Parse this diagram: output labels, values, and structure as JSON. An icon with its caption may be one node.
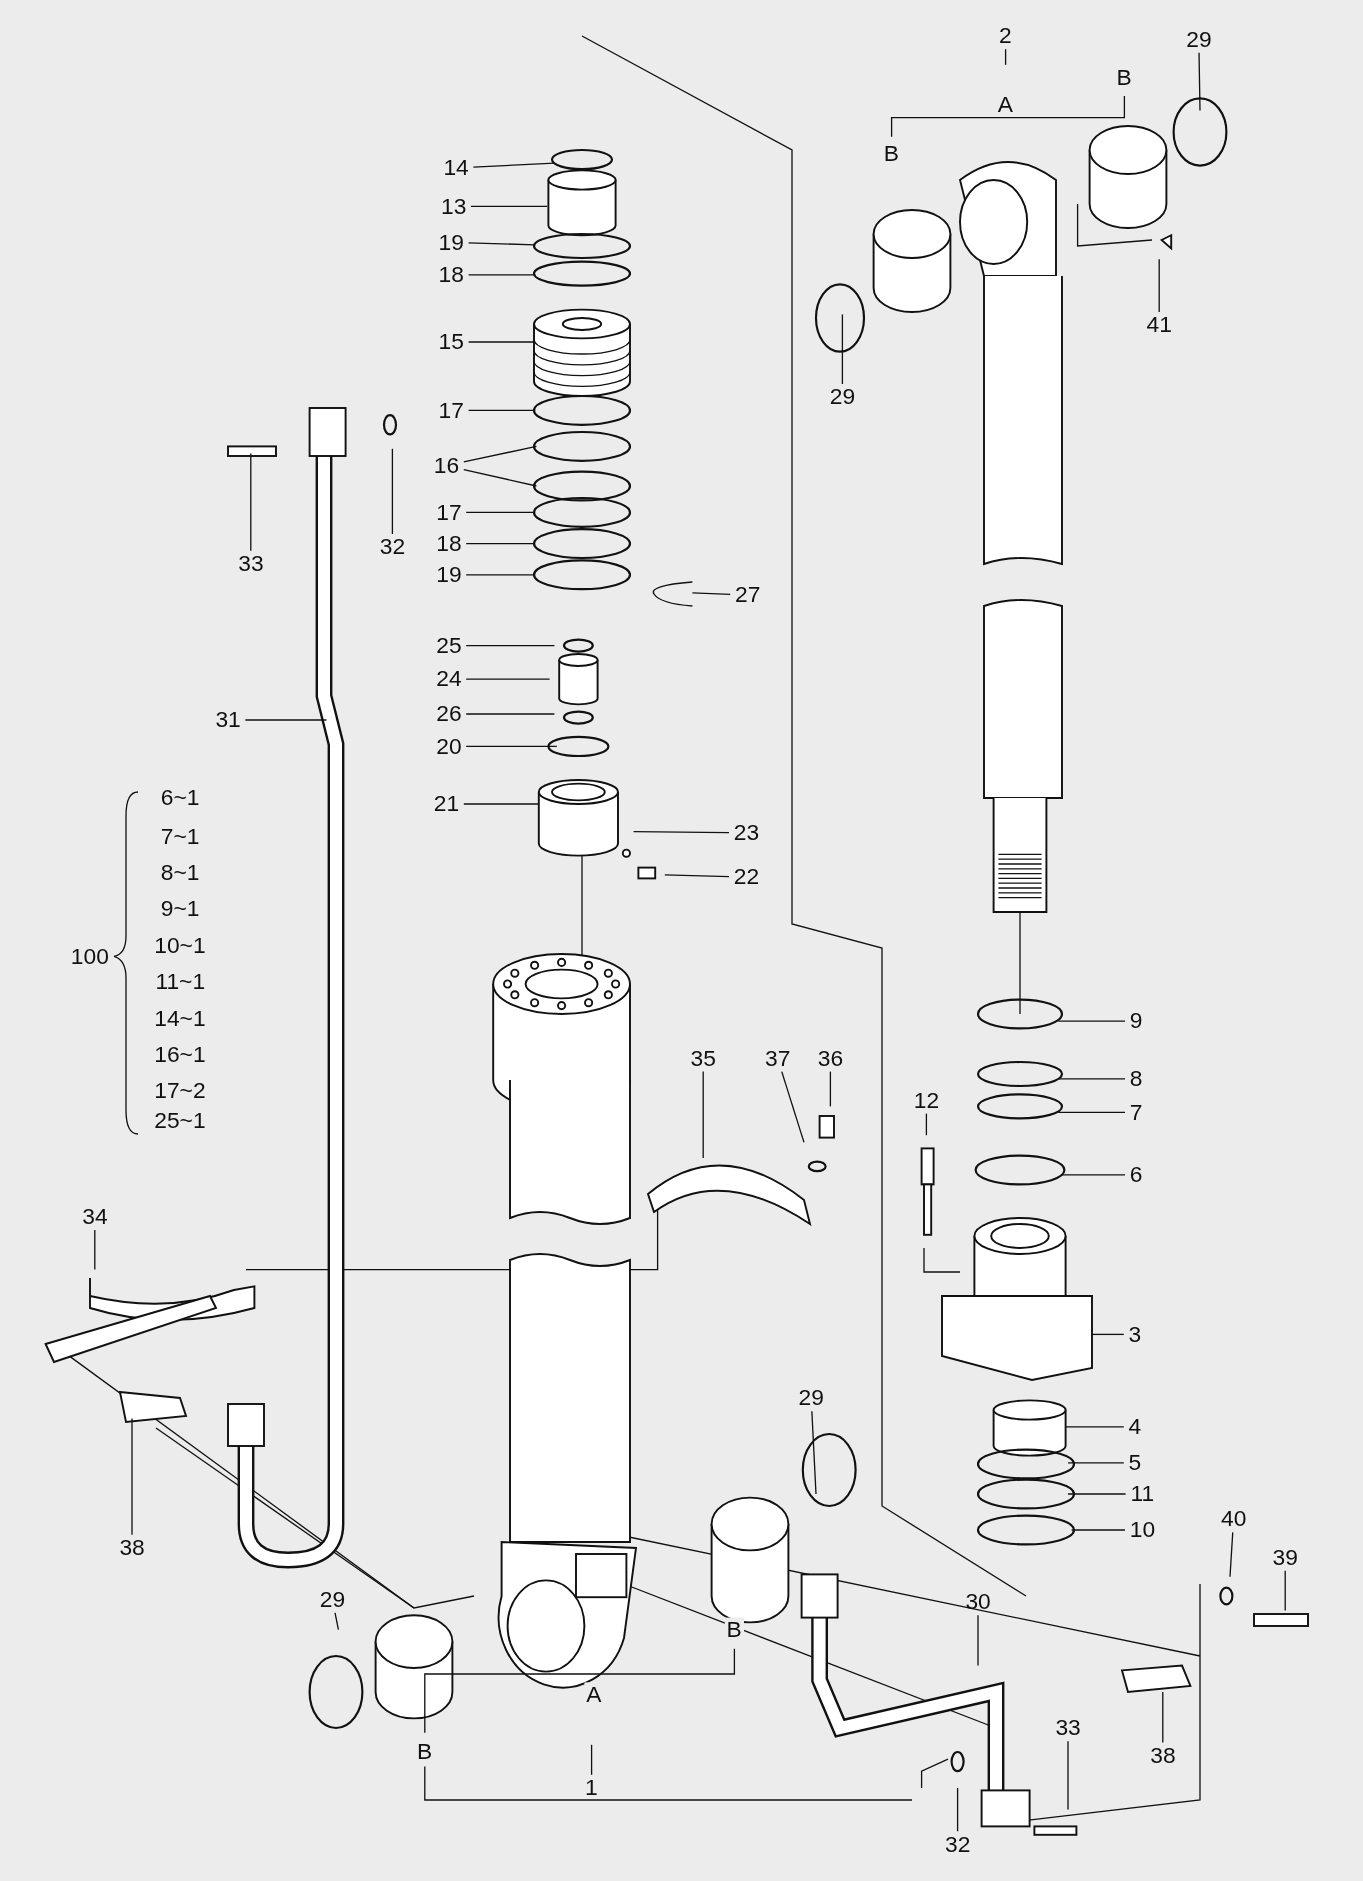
{
  "diagram": {
    "nodes": [
      {
        "text": [
          "2"
        ]
      },
      {
        "text": [
          "29"
        ]
      },
      {
        "text": [
          "14"
        ]
      },
      {
        "text": [
          "13"
        ]
      },
      {
        "text": [
          "19"
        ]
      },
      {
        "text": [
          "18"
        ]
      },
      {
        "text": [
          "41"
        ]
      },
      {
        "text": [
          "15"
        ]
      },
      {
        "text": [
          "29"
        ]
      },
      {
        "text": [
          "17"
        ]
      },
      {
        "text": [
          "16"
        ]
      },
      {
        "text": [
          "17"
        ]
      },
      {
        "text": [
          "18"
        ]
      },
      {
        "text": [
          "33"
        ]
      },
      {
        "text": [
          "32"
        ]
      },
      {
        "text": [
          "19"
        ]
      },
      {
        "text": [
          "27"
        ]
      },
      {
        "text": [
          "25"
        ]
      },
      {
        "text": [
          "24"
        ]
      },
      {
        "text": [
          "26"
        ]
      },
      {
        "text": [
          "31"
        ]
      },
      {
        "text": [
          "20"
        ]
      },
      {
        "text": [
          "21"
        ]
      },
      {
        "text": [
          "23"
        ]
      },
      {
        "text": [
          "22"
        ]
      },
      {
        "text": [
          "9"
        ]
      },
      {
        "text": [
          "35"
        ]
      },
      {
        "text": [
          "37"
        ]
      },
      {
        "text": [
          "36"
        ]
      },
      {
        "text": [
          "8"
        ]
      },
      {
        "text": [
          "12"
        ]
      },
      {
        "text": [
          "7"
        ]
      },
      {
        "text": [
          "6"
        ]
      },
      {
        "text": [
          "34"
        ]
      },
      {
        "text": [
          "3"
        ]
      },
      {
        "text": [
          "29"
        ]
      },
      {
        "text": [
          "4"
        ]
      },
      {
        "text": [
          "5"
        ]
      },
      {
        "text": [
          "11"
        ]
      },
      {
        "text": [
          "40"
        ]
      },
      {
        "text": [
          "10"
        ]
      },
      {
        "text": [
          "38"
        ]
      },
      {
        "text": [
          "39"
        ]
      },
      {
        "text": [
          "29"
        ]
      },
      {
        "text": [
          "30"
        ]
      },
      {
        "text": [
          "33"
        ]
      },
      {
        "text": [
          "38"
        ]
      },
      {
        "text": [
          "1"
        ]
      },
      {
        "text": [
          "32"
        ]
      }
    ],
    "edges": [
      {
        "from": 0,
        "to": null,
        "arrow": "none"
      },
      {
        "from": 1,
        "to": null,
        "arrow": "none"
      },
      {
        "from": 2,
        "to": null,
        "arrow": "none"
      },
      {
        "from": 3,
        "to": null,
        "arrow": "none"
      },
      {
        "from": 4,
        "to": null,
        "arrow": "none"
      },
      {
        "from": 5,
        "to": null,
        "arrow": "none"
      },
      {
        "from": 6,
        "to": null,
        "arrow": "none"
      },
      {
        "from": 7,
        "to": null,
        "arrow": "none"
      },
      {
        "from": 8,
        "to": null,
        "arrow": "none"
      },
      {
        "from": 9,
        "to": null,
        "arrow": "none"
      },
      {
        "from": 10,
        "to": null,
        "arrow": "none"
      },
      {
        "from": 10,
        "to": null,
        "arrow": "none"
      },
      {
        "from": 11,
        "to": null,
        "arrow": "none"
      },
      {
        "from": 12,
        "to": null,
        "arrow": "none"
      },
      {
        "from": 13,
        "to": null,
        "arrow": "none"
      },
      {
        "from": 14,
        "to": null,
        "arrow": "none"
      },
      {
        "from": 15,
        "to": null,
        "arrow": "none"
      },
      {
        "from": 16,
        "to": null,
        "arrow": "none"
      },
      {
        "from": 17,
        "to": null,
        "arrow": "none"
      },
      {
        "from": 18,
        "to": null,
        "arrow": "none"
      },
      {
        "from": 19,
        "to": null,
        "arrow": "none"
      },
      {
        "from": 20,
        "to": null,
        "arrow": "none"
      },
      {
        "from": 21,
        "to": null,
        "arrow": "none"
      },
      {
        "from": 22,
        "to": null,
        "arrow": "none"
      },
      {
        "from": 23,
        "to": null,
        "arrow": "none"
      },
      {
        "from": 24,
        "to": null,
        "arrow": "none"
      },
      {
        "from": 25,
        "to": null,
        "arrow": "none"
      },
      {
        "from": 26,
        "to": null,
        "arrow": "none"
      },
      {
        "from": 27,
        "to": null,
        "arrow": "none"
      },
      {
        "from": 28,
        "to": null,
        "arrow": "none"
      },
      {
        "from": 29,
        "to": null,
        "arrow": "none"
      },
      {
        "from": 30,
        "to": null,
        "arrow": "none"
      },
      {
        "from": 31,
        "to": null,
        "arrow": "none"
      },
      {
        "from": 32,
        "to": null,
        "arrow": "none"
      },
      {
        "from": 33,
        "to": null,
        "arrow": "none"
      },
      {
        "from": 34,
        "to": null,
        "arrow": "none"
      },
      {
        "from": 35,
        "to": null,
        "arrow": "none"
      },
      {
        "from": 36,
        "to": null,
        "arrow": "none"
      },
      {
        "from": 37,
        "to": null,
        "arrow": "none"
      },
      {
        "from": 38,
        "to": null,
        "arrow": "none"
      },
      {
        "from": 39,
        "to": null,
        "arrow": "none"
      },
      {
        "from": 40,
        "to": null,
        "arrow": "none"
      },
      {
        "from": 41,
        "to": null,
        "arrow": "none"
      },
      {
        "from": 42,
        "to": null,
        "arrow": "none"
      },
      {
        "from": 43,
        "to": null,
        "arrow": "none"
      },
      {
        "from": 44,
        "to": null,
        "arrow": "none"
      },
      {
        "from": 45,
        "to": null,
        "arrow": "none"
      },
      {
        "from": 46,
        "to": null,
        "arrow": "none"
      },
      {
        "from": 47,
        "to": null,
        "arrow": "none"
      },
      {
        "from": 48,
        "to": null,
        "arrow": "none"
      }
    ],
    "labels": [
      "B",
      "A",
      "B",
      "100",
      "6~1",
      "7~1",
      "8~1",
      "9~1",
      "10~1",
      "11~1",
      "14~1",
      "16~1",
      "17~2",
      "25~1",
      "B",
      "A",
      "B"
    ]
  }
}
